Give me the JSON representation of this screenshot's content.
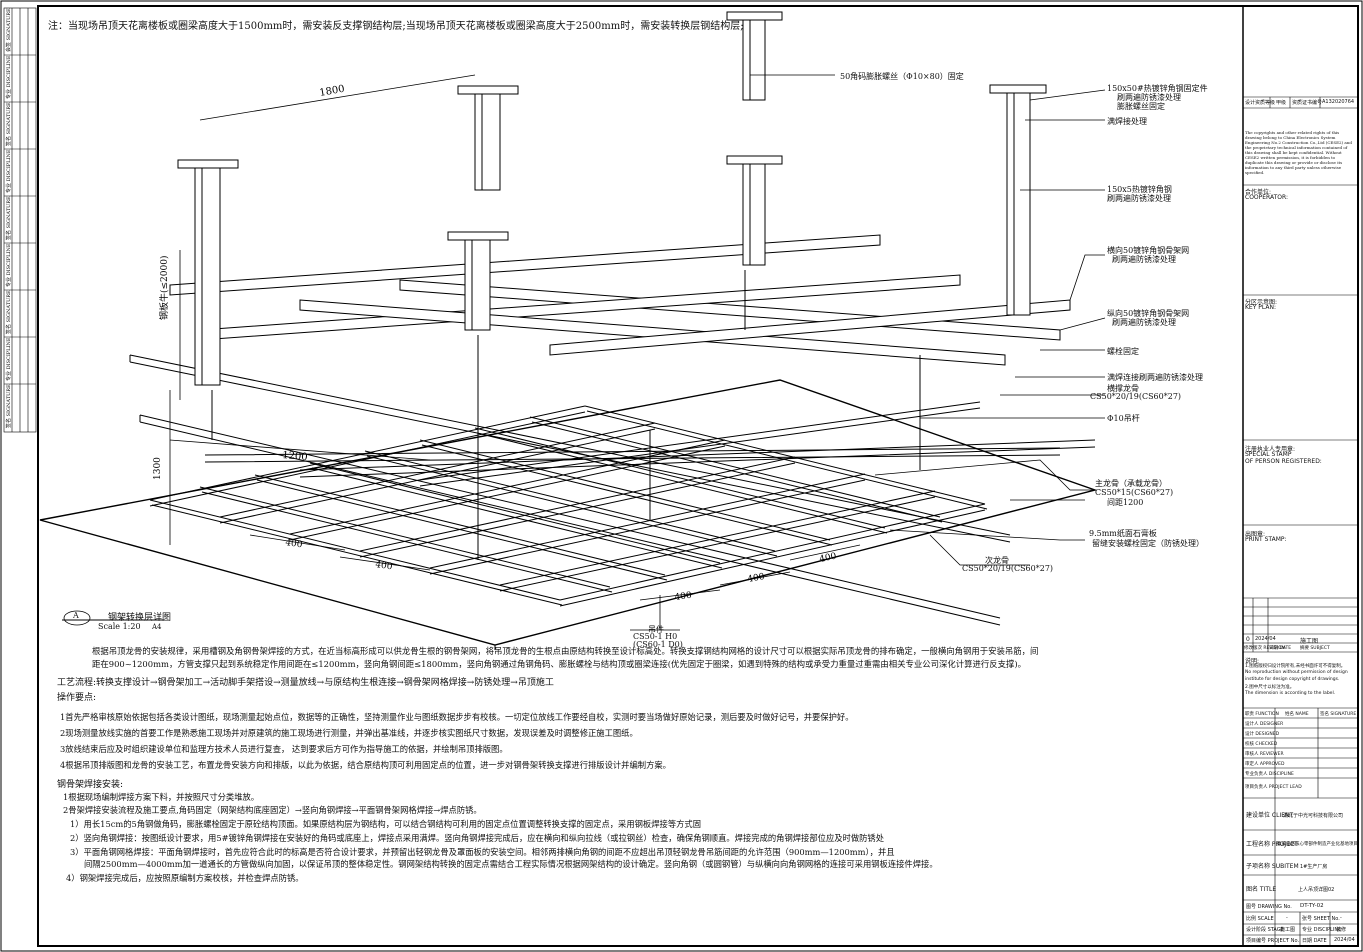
{
  "top_note": "注：当现场吊顶天花离楼板或圈梁高度大于1500mm时，需安装反支撑钢结构层;当现场吊顶天花离楼板或圈梁高度大于2500mm时，需安装转换层钢结构层;",
  "dimensions": {
    "d1800": "1800",
    "d2000": "钢板牛(≤2000)",
    "d1200": "1200",
    "d1300": "1300",
    "d400_a": "400",
    "d400_b": "400",
    "d400_c": "400",
    "d400_d": "400",
    "d400_e": "400"
  },
  "callouts": {
    "bolt": "50角码膨胀螺丝（Φ10×80）固定",
    "angle_fix_1": "150x50#热镀锌角钢固定件",
    "angle_fix_2": "刷两遍防锈漆处理",
    "angle_fix_3": "膨胀螺丝固定",
    "weld_full": "满焊接处理",
    "angle_steel_1": "150x5热镀锌角钢",
    "angle_steel_2": "刷两遍防锈漆处理",
    "h_frame_1": "横向50镀锌角钢骨架网",
    "h_frame_2": "刷两遍防锈漆处理",
    "v_frame_1": "纵向50镀锌角钢骨架网",
    "v_frame_2": "刷两遍防锈漆处理",
    "bolt_fix": "螺栓固定",
    "weld_conn": "满焊连接刷两遍防锈漆处理",
    "cross_keel_1": "横撑龙骨",
    "cross_keel_2": "CS50*20/19(CS60*27)",
    "rod": "Φ10吊杆",
    "main_keel_1": "主龙骨（承载龙骨）",
    "main_keel_2": "CS50*15(CS60*27)",
    "main_keel_3": "间距1200",
    "gypsum_1": "9.5mm纸面石膏板",
    "gypsum_2": "留缝安装螺栓固定（防锈处理）",
    "sub_keel_1": "次龙骨",
    "sub_keel_2": "CS50*20/19(CS60*27)",
    "hanger_1": "吊件",
    "hanger_2": "CS50-1 H0",
    "hanger_3": "(CS60-1 D0)"
  },
  "drawing_title": {
    "symbol": "A",
    "name": "钢架转换层详图",
    "scale": "Scale 1:20",
    "ratio": "A4"
  },
  "description": [
    "根据吊顶龙骨的安装规律，采用槽钢及角钢骨架焊接的方式，在近当标高形成可以供龙骨生根的钢骨架网，将吊顶龙骨的生根点由原结构转换至设计标高处。转换支撑钢结构网格的设计尺寸可以根据实际吊顶龙骨的排布确定，一般横向角钢用于安装吊筋，间",
    "距在900~1200mm，方管支撑只起到系统稳定作用间距在≤1200mm，竖向角钢间距≤1800mm，竖向角钢通过角钢角码、膨胀螺栓与结构顶或圈梁连接(优先固定于圈梁，如遇到特殊的结构或承受力重量过重需由相关专业公司深化计算进行反支撑)。"
  ],
  "process": "工艺流程:转换支撑设计→钢骨架加工→活动脚手架搭设→测量放线→与原结构生根连接→钢骨架网格焊接→防锈处理→吊顶施工",
  "ops_title": "操作要点:",
  "ops": [
    "1首先严格审核原始依据包括各类设计图纸，现场测量起始点位，数据等的正确性，坚持测量作业与图纸数据步步有校核。一切定位放线工作要经自校，实测时要当场做好原始记录，测后要及时做好记号，并要保护好。",
    "2现场测量放线实施的首要工作是熟悉施工现场并对原建筑的施工现场进行测量，并弹出基准线，并逐步核实图纸尺寸数据，发现误差及时调整修正施工图纸。",
    "3放线结束后应及时组织建设单位和监理方技术人员进行复查， 达到要求后方可作为指导施工的依据，并绘制吊顶排版图。",
    "4根据吊顶排版图和龙骨的安装工艺，布置龙骨安装方向和排版，以此为依据，结合原结构顶可利用固定点的位置，进一步对钢骨架转换支撑进行排版设计并编制方案。"
  ],
  "weld_title": "钢骨架焊接安装:",
  "weld": [
    "1根据现场编制焊接方案下料，并按照尺寸分类堆放。",
    "2骨架焊接安装流程及施工要点,角码固定（网架结构底座固定）→竖向角钢焊接→平面钢骨架网格焊接→焊点防锈。",
    "1）用长15cm的5角钢做角码，膨胀螺栓固定于原砼结构顶面。如果原结构层为钢结构，可以结合钢结构可利用的固定点位置调整转换支撑的固定点，采用钢板焊接等方式固",
    "2）竖向角钢焊接：按图纸设计要求，用5#镀锌角钢焊接在安装好的角码或底座上，焊接点采用满焊。竖向角钢焊接完成后，应在横向和纵向拉线（或拉钢丝）检查，确保角钢顺直。焊接完成的角钢焊接部位应及时做防锈处",
    "3）平面角钢网格焊接：平面角钢焊接时，首先应符合此时的标高是否符合设计要求，并预留出轻钢龙骨及罩面板的安装空间。相邻两排横向角钢的间距不应超出吊顶轻钢龙骨吊筋间距的允许范围（900mm—1200mm），并且",
    "间隔2500mm—4000mm加一道通长的方管做纵向加固，以保证吊顶的整体稳定性。钢网架结构转换的固定点需结合工程实际情况根据网架结构的设计确定。竖向角钢（或圆钢管）与纵横向向角钢网格的连接可采用钢板连接件焊接。",
    "4）钢架焊接完成后，应按照原编制方案校核，并检查焊点防锈。"
  ],
  "titleblock": {
    "grade_label": "设计资质等级",
    "grade_value": "甲级",
    "cert_label": "资质证书编号",
    "cert_value": "A132020764",
    "copyright": "The copyrights and other related rights of this drawing belong to China Electronics System Engineering No.2 Construction Co.,Ltd (CESE2) and the proprietary technical information contained of this drawing shall be kept confidential. Without CESE2 written permission, it is forbidden to duplicate this drawing or provide or disclose its information to any third party unless otherwise specified.",
    "cooperator_cn": "合作单位:",
    "cooperator_en": "COOPERATOR:",
    "keyplan_cn": "分区示意图:",
    "keyplan_en": "KEY PLAN:",
    "stamp_cn": "注册执业人专用章:",
    "stamp_en_1": "SPECIAL STAMP",
    "stamp_en_2": "OF PERSON REGISTERED:",
    "print_cn": "出图章:",
    "print_en": "PRINT STAMP:",
    "rev_no": "0",
    "rev_date": "2024/04",
    "rev_desc": "施工图",
    "rev_h1": "修改版次 REVISION",
    "rev_h2": "日期 DATE",
    "rev_h3": "摘要 SUBJECT",
    "notes_title": "说明:",
    "notes": [
      "1.图纸版权归设计院所有,未经书面许可不得复制。",
      "No reproduction without permission of design",
      "institute for design copyright of drawings.",
      "2.图中尺寸以标注为准。",
      "The dimension is according to the label."
    ],
    "sign_h1": "职责 FUNCTION",
    "sign_h2": "姓名 NAME",
    "sign_h3": "签名 SIGNATURE",
    "roles": [
      "设计人 DESIGNER",
      "设计 DESIGNED",
      "校核 CHECKED",
      "审核人 REVIEWER",
      "审定人 APPROVED",
      "专业负责人 DISCIPLINE",
      "项目负责人 PROJECT LEAD"
    ],
    "client_label": "建设单位 CLIENT",
    "client_value": "湖北亍中光可科技有限公司",
    "project_label": "工程名称 PROJECT",
    "project_value": "集成电路核心零部件制造产业化基地项目",
    "subitem_label": "子项名称 SUBITEM",
    "subitem_value": "1#生产厂房",
    "title_label": "图名 TITLE",
    "title_value": "上人吊顶详图02",
    "drawno_label": "图号 DRAWING No.",
    "drawno_value": "DT-TY-02",
    "scale_label": "比例 SCALE",
    "scale_value": "-",
    "sheet_label": "张号 SHEET No.",
    "sheet_value": "-",
    "stage_label": "设计阶段 STAGE",
    "stage_value": "施工图",
    "disc_label": "专业 DISCIPLINE",
    "disc_value": "装修",
    "projno_label": "项目编号 PROJECT No.",
    "projno_value": "-",
    "date_label": "日期 DATE",
    "date_value": "2024/04"
  },
  "left_strip": [
    "会签 SIGNATURE",
    "专业 DISCIPLINE",
    "签名 SIGNATURE",
    "专业 DISCIPLINE",
    "签名 SIGNATURE",
    "专业 DISCIPLINE",
    "签名 SIGNATURE",
    "专业 DISCIPLINE",
    "签名 SIGNATURE"
  ]
}
